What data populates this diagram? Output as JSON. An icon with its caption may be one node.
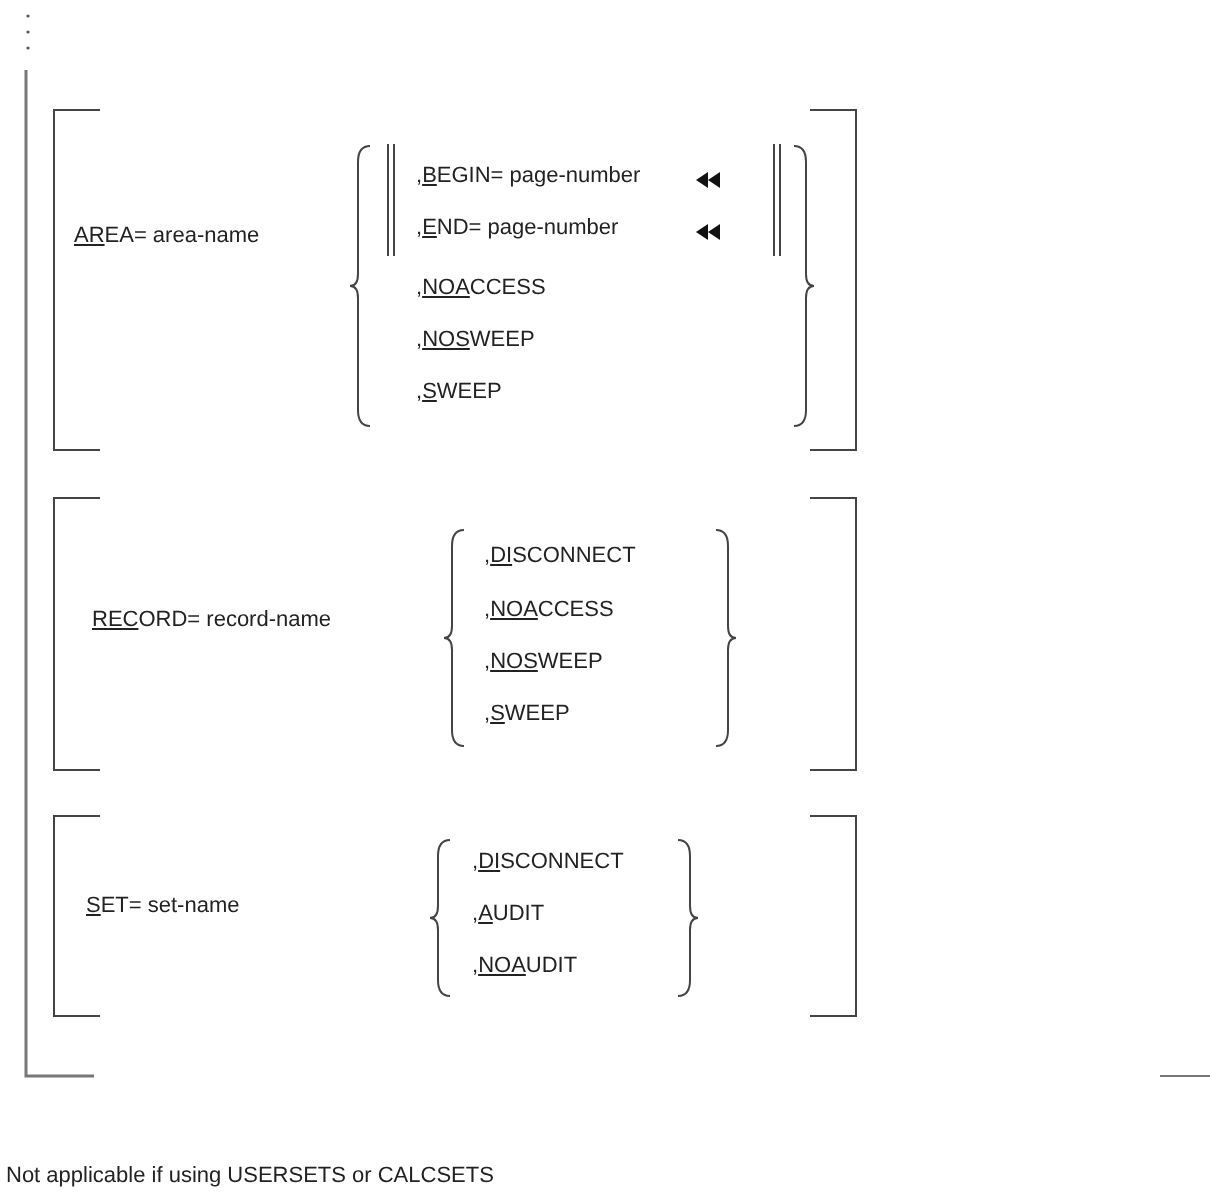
{
  "diagram": {
    "labels": [
      "AREA= area-name",
      ",BEGIN= page-number",
      ",END= page-number",
      ",NOACCESS",
      ",NOSWEEP",
      ",SWEEP",
      "RECORD= record-name",
      ",DISCONNECT",
      ",NOACCESS",
      ",NOSWEEP",
      ",SWEEP",
      "SET= set-name",
      ",DISCONNECT",
      ",AUDIT",
      ",NOAUDIT",
      "Not applicable if using USERSETS or CALCSETS"
    ]
  }
}
